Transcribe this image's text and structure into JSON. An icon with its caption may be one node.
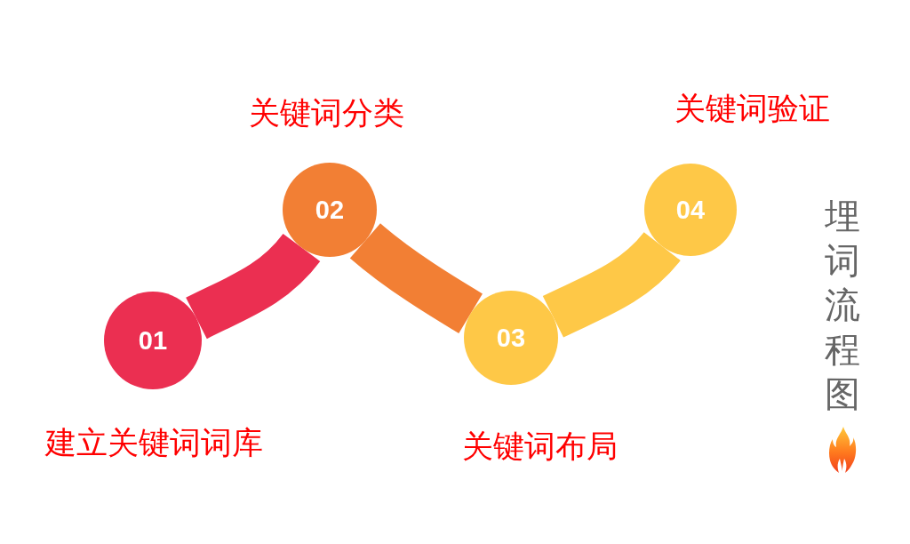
{
  "diagram": {
    "title": "埋词流程图",
    "nodes": [
      {
        "text": [
          "01"
        ],
        "beside": [
          "建立关键词词库"
        ]
      },
      {
        "text": [
          "02"
        ],
        "beside": [
          "关键词分类"
        ]
      },
      {
        "text": [
          "03"
        ],
        "beside": [
          "关键词布局"
        ]
      },
      {
        "text": [
          "04"
        ],
        "beside": [
          "关键词验证"
        ]
      }
    ],
    "edges": [
      {
        "from": 0,
        "to": 1,
        "arrow": "none",
        "color": "#eb2f51"
      },
      {
        "from": 1,
        "to": 2,
        "arrow": "none",
        "color": "#f27f34"
      },
      {
        "from": 2,
        "to": 3,
        "arrow": "none",
        "color": "#fec847"
      }
    ]
  }
}
